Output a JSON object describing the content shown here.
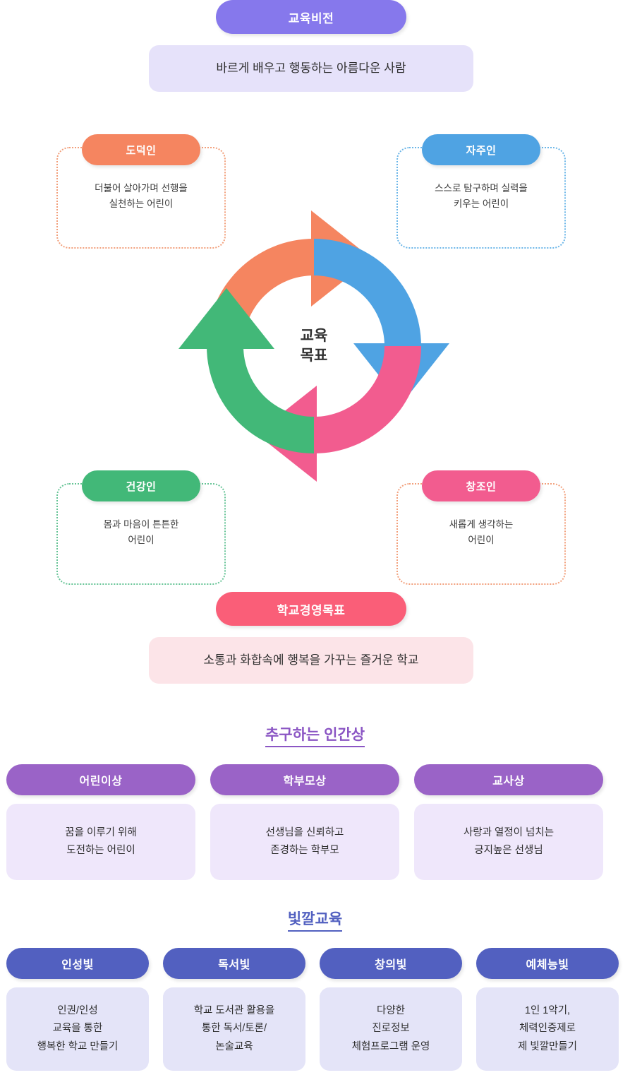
{
  "vision": {
    "pill_label": "교육비전",
    "statement": "바르게 배우고 행동하는 아름다운 사람",
    "pill_color": "#8678EC",
    "panel_color": "#E6E2FA"
  },
  "cycle": {
    "center_line1": "교육",
    "center_line2": "목표",
    "arrows": [
      {
        "name": "moral",
        "color": "#F58560",
        "position": "top-left",
        "direction": "clockwise"
      },
      {
        "name": "self",
        "color": "#4FA3E3",
        "position": "top-right",
        "direction": "clockwise"
      },
      {
        "name": "create",
        "color": "#F25C8F",
        "position": "bottom-right",
        "direction": "clockwise"
      },
      {
        "name": "healthy",
        "color": "#42B878",
        "position": "bottom-left",
        "direction": "clockwise"
      }
    ]
  },
  "quadrants": [
    {
      "key": "moral",
      "pill_label": "도덕인",
      "pill_color": "#F58560",
      "border_color": "#F2A07C",
      "line1": "더불어 살아가며 선행을",
      "line2": "실천하는 어린이"
    },
    {
      "key": "self",
      "pill_label": "자주인",
      "pill_color": "#4FA3E3",
      "border_color": "#6CB6E8",
      "line1": "스스로 탐구하며 실력을",
      "line2": "키우는 어린이"
    },
    {
      "key": "healthy",
      "pill_label": "건강인",
      "pill_color": "#42B878",
      "border_color": "#66C496",
      "line1": "몸과 마음이 튼튼한",
      "line2": "어린이"
    },
    {
      "key": "create",
      "pill_label": "창조인",
      "pill_color": "#F25C8F",
      "border_color": "#F2A07C",
      "line1": "새롭게 생각하는",
      "line2": "어린이"
    }
  ],
  "management": {
    "pill_label": "학교경영목표",
    "statement": "소통과 화합속에 행복을 가꾸는 즐거운 학교",
    "pill_color": "#FA5E78",
    "panel_color": "#FCE4E8"
  },
  "human_image": {
    "section_title": "추구하는 인간상",
    "title_color": "#8B56C4",
    "head_color": "#9A63C7",
    "body_color": "#EFE7FB",
    "columns": [
      {
        "head": "어린이상",
        "body": "꿈을 이루기 위해\n도전하는 어린이"
      },
      {
        "head": "학부모상",
        "body": "선생님을 신뢰하고\n존경하는 학부모"
      },
      {
        "head": "교사상",
        "body": "사랑과 열정이 넘치는\n긍지높은 선생님"
      }
    ]
  },
  "color_education": {
    "section_title": "빛깔교육",
    "title_color": "#5260C0",
    "head_color": "#5260C0",
    "body_color": "#E4E4F8",
    "columns": [
      {
        "head": "인성빛",
        "body": "인권/인성\n교육을 통한\n행복한 학교 만들기"
      },
      {
        "head": "독서빛",
        "body": "학교 도서관 활용을\n통한 독서/토론/\n논술교육"
      },
      {
        "head": "창의빛",
        "body": "다양한\n진로정보\n체험프로그램 운영"
      },
      {
        "head": "예체능빛",
        "body": "1인 1악기,\n체력인증제로\n제 빛깔만들기"
      }
    ]
  }
}
